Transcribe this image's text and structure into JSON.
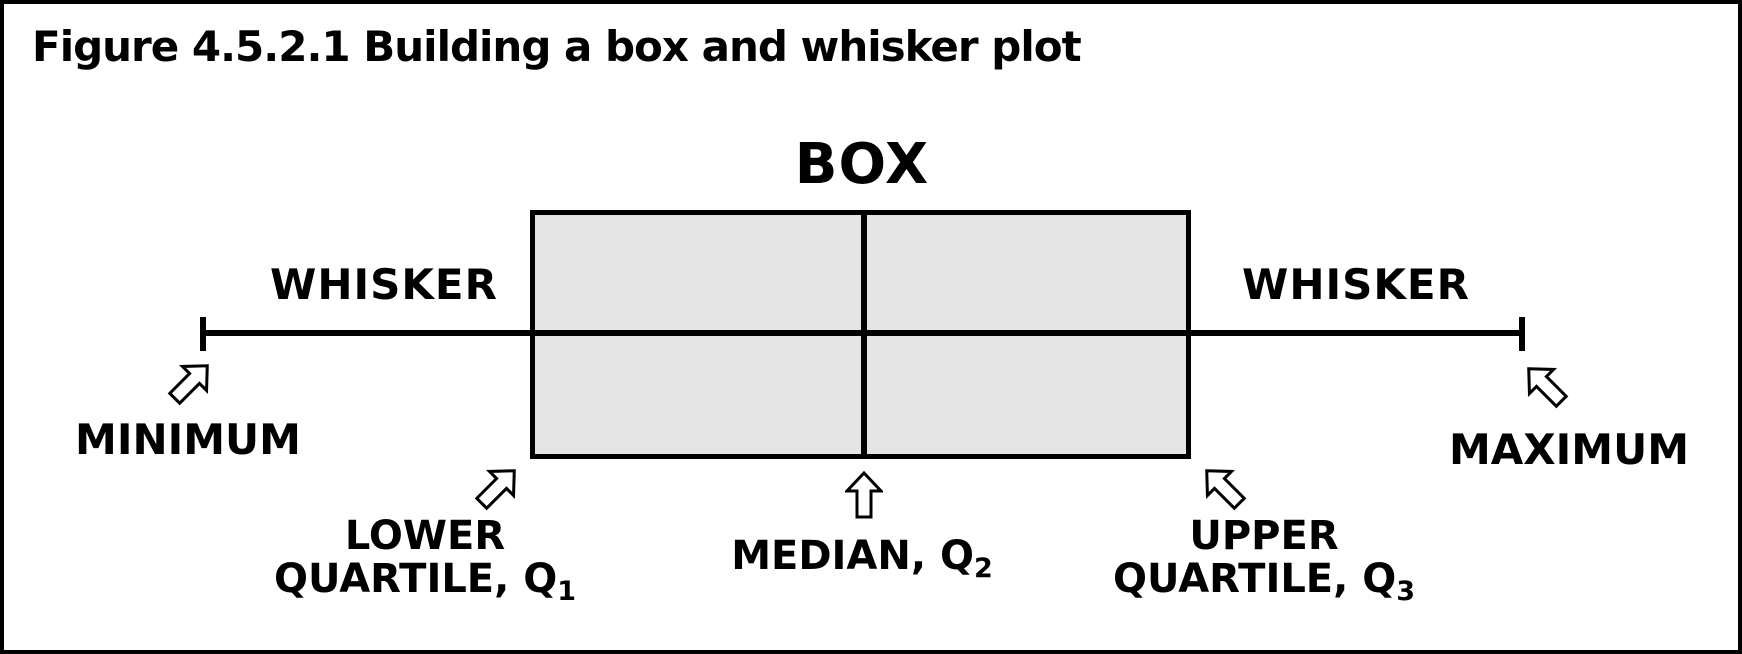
{
  "title": "Figure 4.5.2.1 Building a box and whisker plot",
  "diagram": {
    "box_label": "BOX",
    "whisker_left_label": "WHISKER",
    "whisker_right_label": "WHISKER",
    "minimum_label": "MINIMUM",
    "maximum_label": "MAXIMUM",
    "lower_quartile": {
      "line1": "LOWER",
      "line2": "QUARTILE, Q",
      "sub": "1"
    },
    "median": {
      "line1": "MEDIAN, Q",
      "sub": "2"
    },
    "upper_quartile": {
      "line1": "UPPER",
      "line2": "QUARTILE, Q",
      "sub": "3"
    },
    "colors": {
      "background": "#ffffff",
      "line": "#000000",
      "text": "#000000",
      "box_fill": "#e5e5e5",
      "arrow_fill": "#ffffff"
    }
  }
}
